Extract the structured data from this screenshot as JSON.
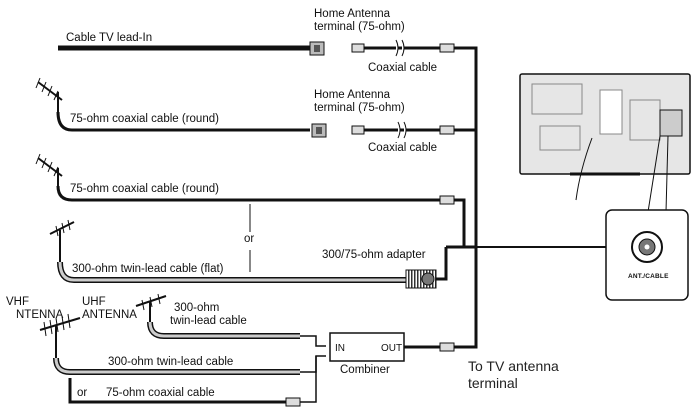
{
  "labels": {
    "cable_tv_lead_in": "Cable TV lead-In",
    "home_antenna_terminal_1": [
      "Home Antenna",
      "terminal (75-ohm)"
    ],
    "coaxial_cable_1": "Coaxial cable",
    "home_antenna_terminal_2": [
      "Home Antenna",
      "terminal (75-ohm)"
    ],
    "coaxial_cable_2": "Coaxial cable",
    "coax_round_1": "75-ohm coaxial cable (round)",
    "coax_round_2": "75-ohm coaxial cable (round)",
    "or_1": "or",
    "adapter": "300/75-ohm adapter",
    "twin_lead_flat": "300-ohm twin-lead cable (flat)",
    "vhf_antenna": [
      "VHF",
      "NTENNA"
    ],
    "uhf_antenna": [
      "UHF",
      "ANTENNA"
    ],
    "uhf_twin_lead": [
      "300-ohm",
      "twin-lead cable"
    ],
    "vhf_twin_lead": "300-ohm twin-lead cable",
    "or_2": "or",
    "vhf_coax": "75-ohm coaxial cable",
    "combiner": "Combiner",
    "combiner_in": "IN",
    "combiner_out": "OUT",
    "to_tv_terminal": [
      "To TV antenna",
      "terminal"
    ],
    "ant_cable": "ANT./CABLE"
  },
  "colors": {
    "line": "#111111",
    "cable_fill": "#cfcfcf",
    "wall_plate": "#bdbdbd",
    "tv_body": "#e6e6e6",
    "tv_detail": "#9a9a9a"
  },
  "icons": [
    "wall-plate-icon",
    "antenna-icon",
    "tv-back-icon",
    "combiner-icon",
    "adapter-icon",
    "connector-icon",
    "ant-terminal-icon"
  ]
}
